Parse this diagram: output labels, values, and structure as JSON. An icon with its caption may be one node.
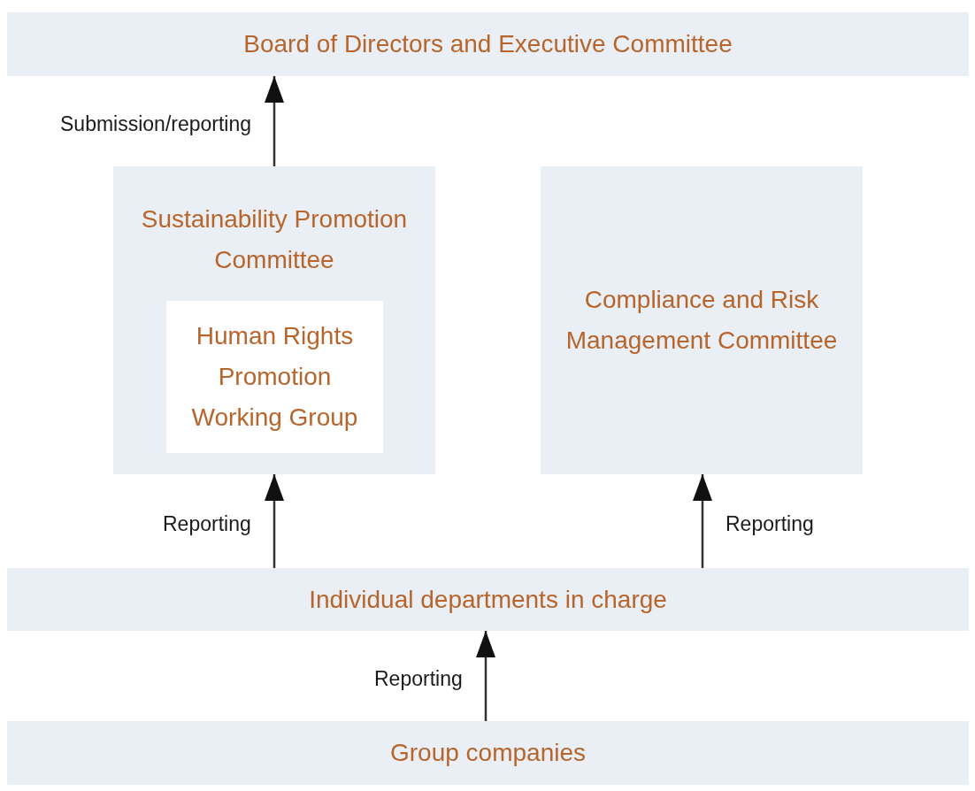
{
  "diagram": {
    "nodes": [
      {
        "text": [
          "Board of Directors and Executive Committee"
        ]
      },
      {
        "text": [
          "Sustainability Promotion Committee"
        ]
      },
      {
        "text": [
          "Human Rights Promotion Working Group"
        ],
        "in": 1
      },
      {
        "text": [
          "Compliance and Risk Management Committee"
        ]
      },
      {
        "text": [
          "Individual departments in charge"
        ]
      },
      {
        "text": [
          "Group companies"
        ]
      }
    ],
    "edges": [
      {
        "from": 1,
        "to": 0,
        "arrow": "to",
        "label": "Submission/reporting"
      },
      {
        "from": 4,
        "to": 1,
        "arrow": "to",
        "label": "Reporting"
      },
      {
        "from": 4,
        "to": 3,
        "arrow": "to",
        "label": "Reporting"
      },
      {
        "from": 5,
        "to": 4,
        "arrow": "to",
        "label": "Reporting"
      }
    ]
  }
}
